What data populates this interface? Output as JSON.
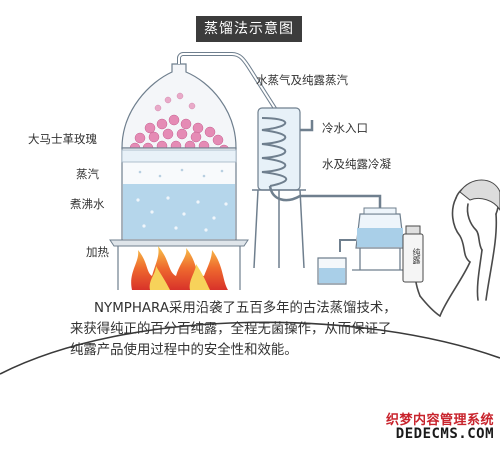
{
  "title": "蒸馏法示意图",
  "labels": {
    "rose": "大马士革玫瑰",
    "steam": "蒸汽",
    "boiling_water": "煮沸水",
    "heating": "加热",
    "vapor_hydrosol": "水蒸气及纯露蒸汽",
    "cold_water_inlet": "冷水入口",
    "condense": "水及纯露冷凝"
  },
  "body": {
    "line1": "NYMPHARA采用沿袭了五百多年的古法蒸馏技术，",
    "line2": "来获得纯正的百分百纯露，全程无菌操作，从而保证了",
    "line3": "纯露产品使用过程中的安全性和效能。"
  },
  "bottle_label": "纯露",
  "watermark": {
    "line1": "织梦内容管理系统",
    "line2": "DEDECMS.COM"
  },
  "colors": {
    "title_bg": "#3c3c3c",
    "water": "#a9cfe8",
    "rose": "#e58bb5",
    "flame": "#ef5b2a",
    "watermark_red": "#c8232c"
  }
}
